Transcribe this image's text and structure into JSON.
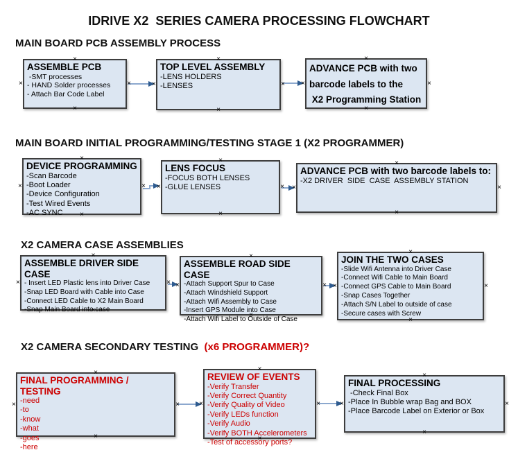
{
  "title": "IDRIVE X2  SERIES CAMERA PROCESSING FLOWCHART",
  "colors": {
    "box_fill": "#dce6f2",
    "box_border": "#3d3d3d",
    "arrow_line": "#8ca8ce",
    "arrow_head": "#2e5b8f",
    "red_text": "#cc0000"
  },
  "sections": [
    {
      "heading": "MAIN BOARD PCB ASSEMBLY PROCESS",
      "boxes": [
        {
          "title": "ASSEMBLE PCB",
          "items": [
            " -SMT processes",
            "- HAND Solder processes",
            "- Attach Bar Code Label"
          ]
        },
        {
          "title": "TOP LEVEL ASSEMBLY",
          "items": [
            "-LENS HOLDERS",
            "-LENSES"
          ]
        },
        {
          "title": "ADVANCE PCB with two\nbarcode labels to the\n X2 Programming Station",
          "items": []
        }
      ]
    },
    {
      "heading": "MAIN BOARD INITIAL PROGRAMMING/TESTING STAGE 1 (X2 PROGRAMMER)",
      "boxes": [
        {
          "title": "DEVICE PROGRAMMING",
          "items": [
            "-Scan Barcode",
            "-Boot Loader",
            "-Device Configuration",
            "-Test Wired Events",
            "-AC SYNC"
          ]
        },
        {
          "title": "LENS FOCUS",
          "items": [
            "-FOCUS BOTH LENSES",
            "-GLUE LENSES"
          ]
        },
        {
          "title": "ADVANCE PCB with two barcode labels to:",
          "items": [
            "-X2 DRIVER  SIDE  CASE  ASSEMBLY STATION"
          ]
        }
      ]
    },
    {
      "heading": "X2 CAMERA CASE ASSEMBLIES",
      "boxes": [
        {
          "title": "ASSEMBLE DRIVER SIDE CASE",
          "items": [
            "- Insert LED Plastic lens into Driver Case",
            "-Snap LED Board with Cable into Case",
            "-Connect LED Cable to X2 Main Board",
            "-Snap Main Board into case"
          ]
        },
        {
          "title": "ASSEMBLE ROAD SIDE CASE",
          "items": [
            "-Attach Support Spur to Case",
            "-Attach Windshield Support",
            "-Attach Wifi Assembly to Case",
            "-Insert GPS Module into Case",
            "-Attach Wifi Label to Outside of Case"
          ]
        },
        {
          "title": "JOIN THE TWO CASES",
          "items": [
            "-Slide Wifi Antenna into Driver Case",
            "-Connect Wifi Cable to Main Board",
            "-Connect GPS Cable to Main Board",
            "-Snap Cases Together",
            "-Attach S/N Label to outside of case",
            "-Secure cases with Screw"
          ]
        }
      ]
    },
    {
      "heading": "X2 CAMERA SECONDARY TESTING",
      "heading_suffix": "  (x6 PROGRAMMER)?",
      "boxes": [
        {
          "title": "FINAL PROGRAMMING / TESTING",
          "items": [
            "-need",
            "-to",
            "-know",
            "-what",
            "-goes",
            "-here"
          ]
        },
        {
          "title": "REVIEW OF EVENTS",
          "items": [
            "-Verify Transfer",
            "-Verify Correct Quantity",
            "-Verify Quality of Video",
            "-Verify LEDs function",
            "-Verify Audio",
            "-Verify BOTH Accelerometers",
            "-Test of accessory ports?"
          ]
        },
        {
          "title": "FINAL PROCESSING",
          "items": [
            " -Check Final Box",
            "-Place In Bubble wrap Bag and BOX",
            "-Place Barcode Label on Exterior or Box"
          ]
        }
      ]
    }
  ]
}
